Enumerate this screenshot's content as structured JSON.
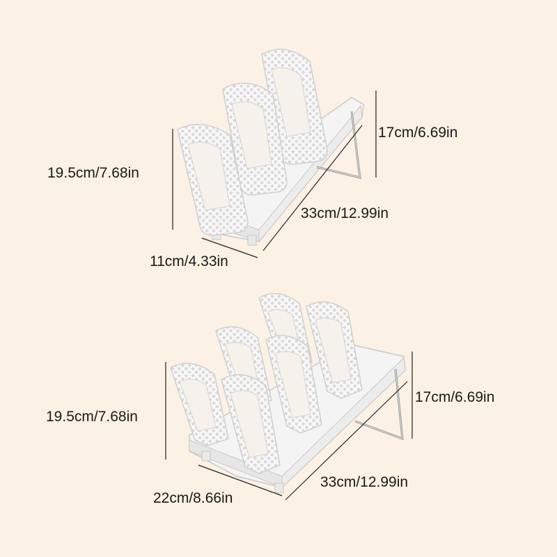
{
  "top_rack": {
    "slots": 3,
    "height_label": "19.5cm/7.68in",
    "rear_height_label": "17cm/6.69in",
    "length_label": "33cm/12.99in",
    "width_label": "11cm/4.33in"
  },
  "bottom_rack": {
    "slots": 6,
    "height_label": "19.5cm/7.68in",
    "rear_height_label": "17cm/6.69in",
    "length_label": "33cm/12.99in",
    "width_label": "22cm/8.66in"
  },
  "colors": {
    "background": "#fbf1e4",
    "rack": "#f7f7f7",
    "rack_shadow": "#d4d4d4",
    "dimension_line": "#222222"
  }
}
